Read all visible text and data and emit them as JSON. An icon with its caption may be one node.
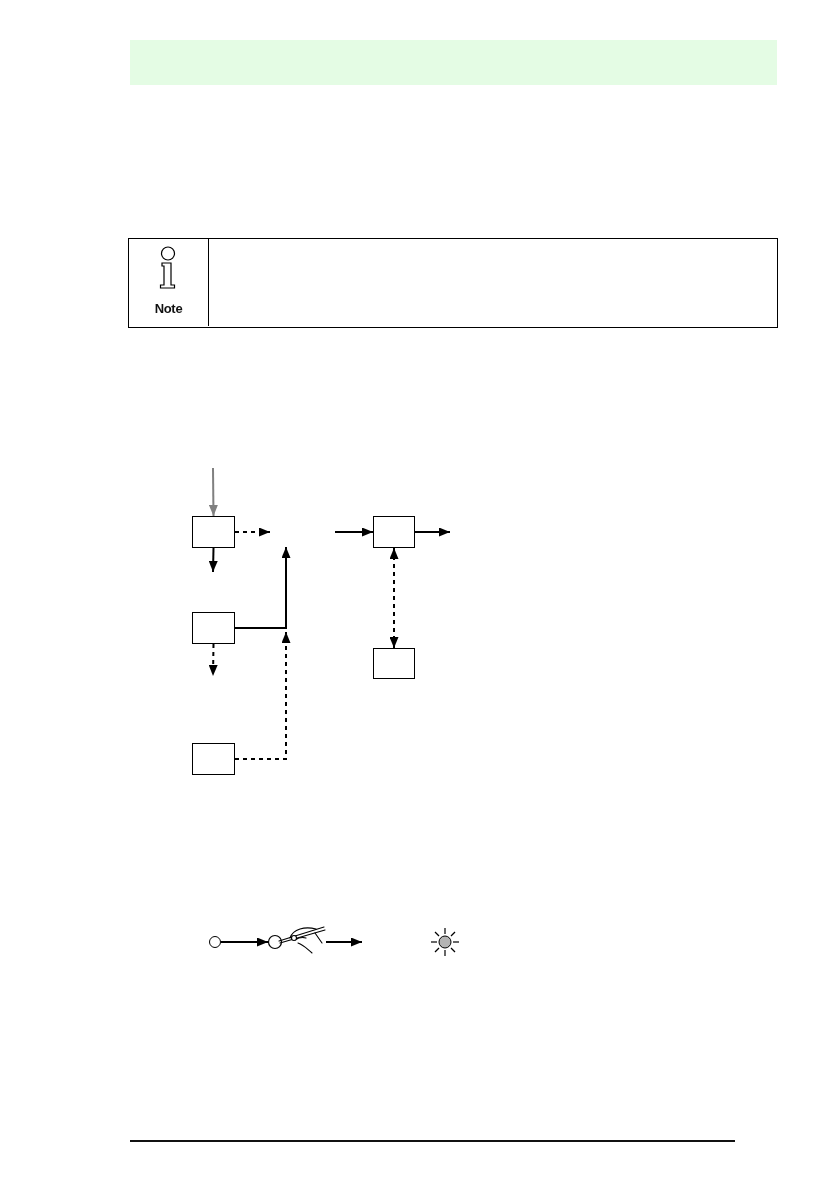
{
  "diagram": {
    "nodes": [
      {
        "text": [
          "Note"
        ]
      },
      {
        "text": [],
        "shape": "box"
      },
      {
        "text": [],
        "shape": "box"
      },
      {
        "text": [],
        "shape": "box"
      },
      {
        "text": [],
        "shape": "box"
      },
      {
        "text": [],
        "shape": "box"
      },
      {
        "text": [],
        "shape": "circle"
      },
      {
        "text": [],
        "shape": "picture"
      }
    ],
    "edges": [
      {
        "from": null,
        "to": 1,
        "arrow": "to",
        "color": "#808080"
      },
      {
        "from": 1,
        "to": null,
        "arrow": "to",
        "style": "dashed"
      },
      {
        "from": null,
        "to": 2,
        "arrow": "to"
      },
      {
        "from": 1,
        "to": null,
        "arrow": "to"
      },
      {
        "from": 3,
        "to": null,
        "arrow": "to"
      },
      {
        "from": 3,
        "to": null,
        "arrow": "to",
        "style": "dashed"
      },
      {
        "from": 5,
        "to": null,
        "arrow": "to",
        "style": "dashed"
      },
      {
        "from": 2,
        "to": null,
        "arrow": "to"
      },
      {
        "from": 2,
        "to": 4,
        "arrow": "both",
        "style": "dashed"
      },
      {
        "from": 6,
        "to": 7,
        "arrow": "to"
      },
      {
        "from": 7,
        "to": null,
        "arrow": "to"
      }
    ]
  }
}
